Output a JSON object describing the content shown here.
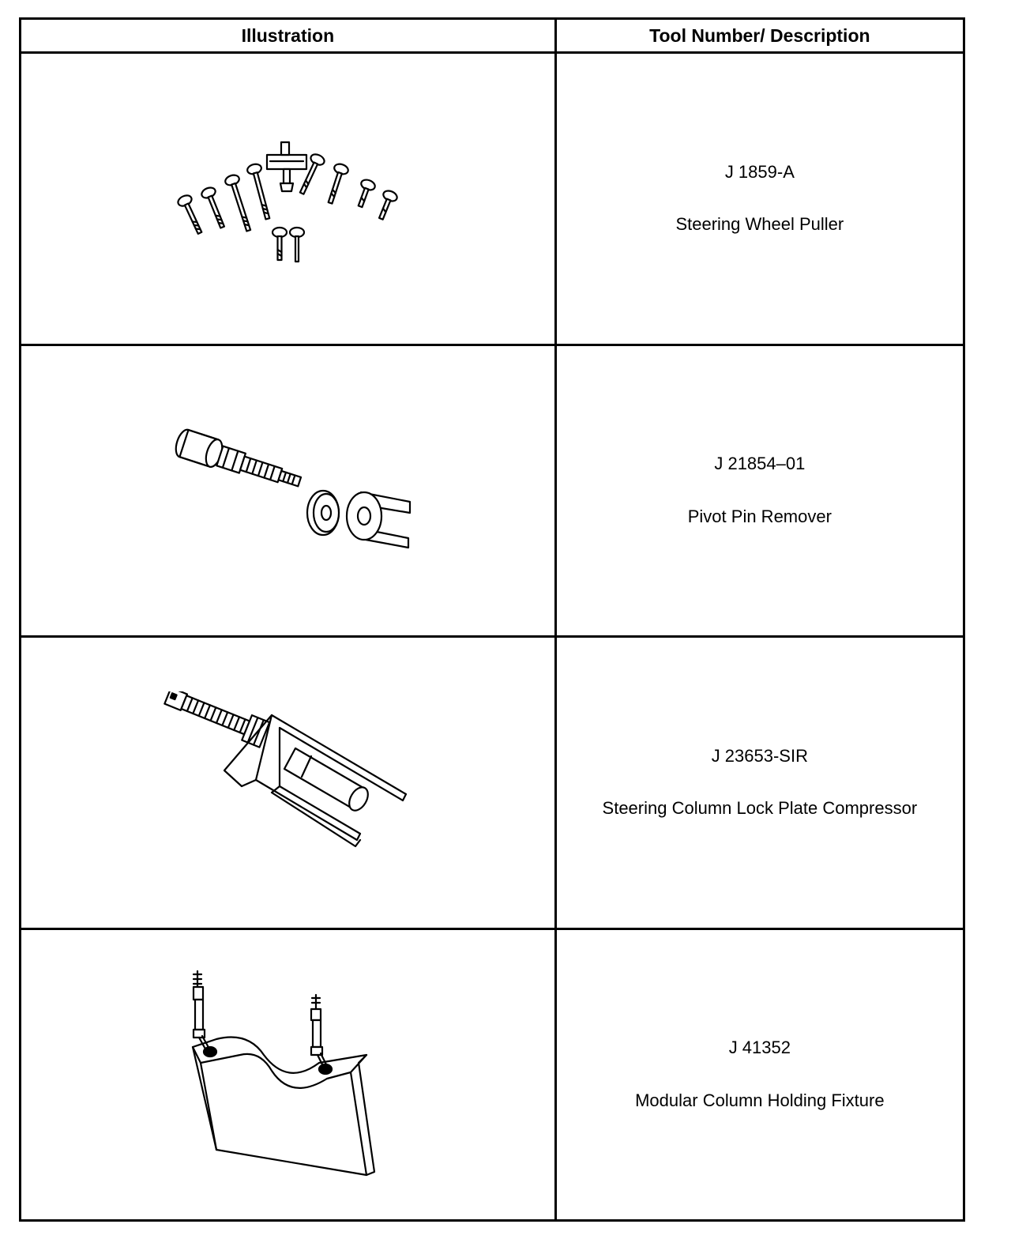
{
  "table": {
    "headers": {
      "illustration": "Illustration",
      "tool": "Tool Number/ Description"
    },
    "rows": [
      {
        "number": "J 1859-A",
        "description": "Steering Wheel Puller",
        "icon": "steering-wheel-puller-illustration"
      },
      {
        "number": "J 21854–01",
        "description": "Pivot Pin Remover",
        "icon": "pivot-pin-remover-illustration"
      },
      {
        "number": "J 23653-SIR",
        "description": "Steering Column Lock Plate Compressor",
        "icon": "lock-plate-compressor-illustration"
      },
      {
        "number": "J 41352",
        "description": "Modular Column Holding Fixture",
        "icon": "holding-fixture-illustration"
      }
    ]
  }
}
